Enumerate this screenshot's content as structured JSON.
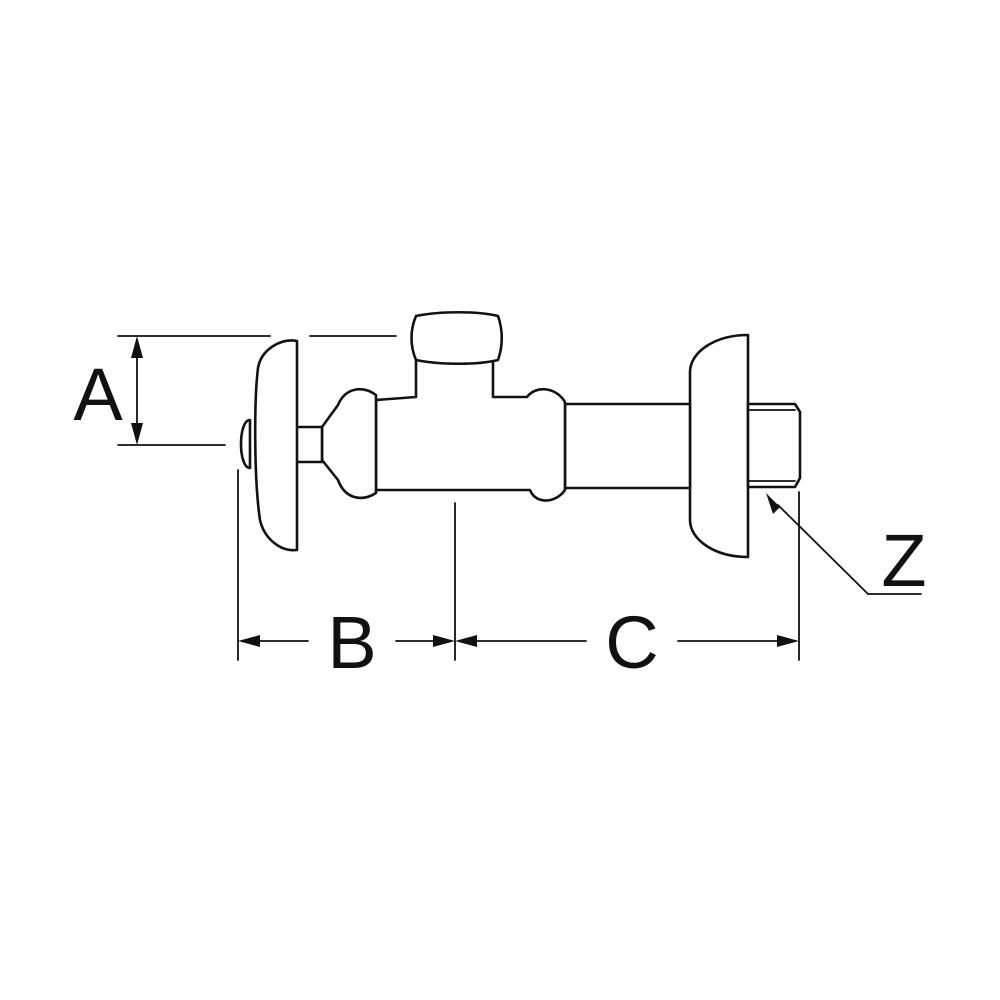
{
  "diagram": {
    "labels": {
      "a": "A",
      "b": "B",
      "c": "C",
      "z": "Z"
    },
    "colors": {
      "line": "#111111",
      "background": "#ffffff"
    }
  }
}
